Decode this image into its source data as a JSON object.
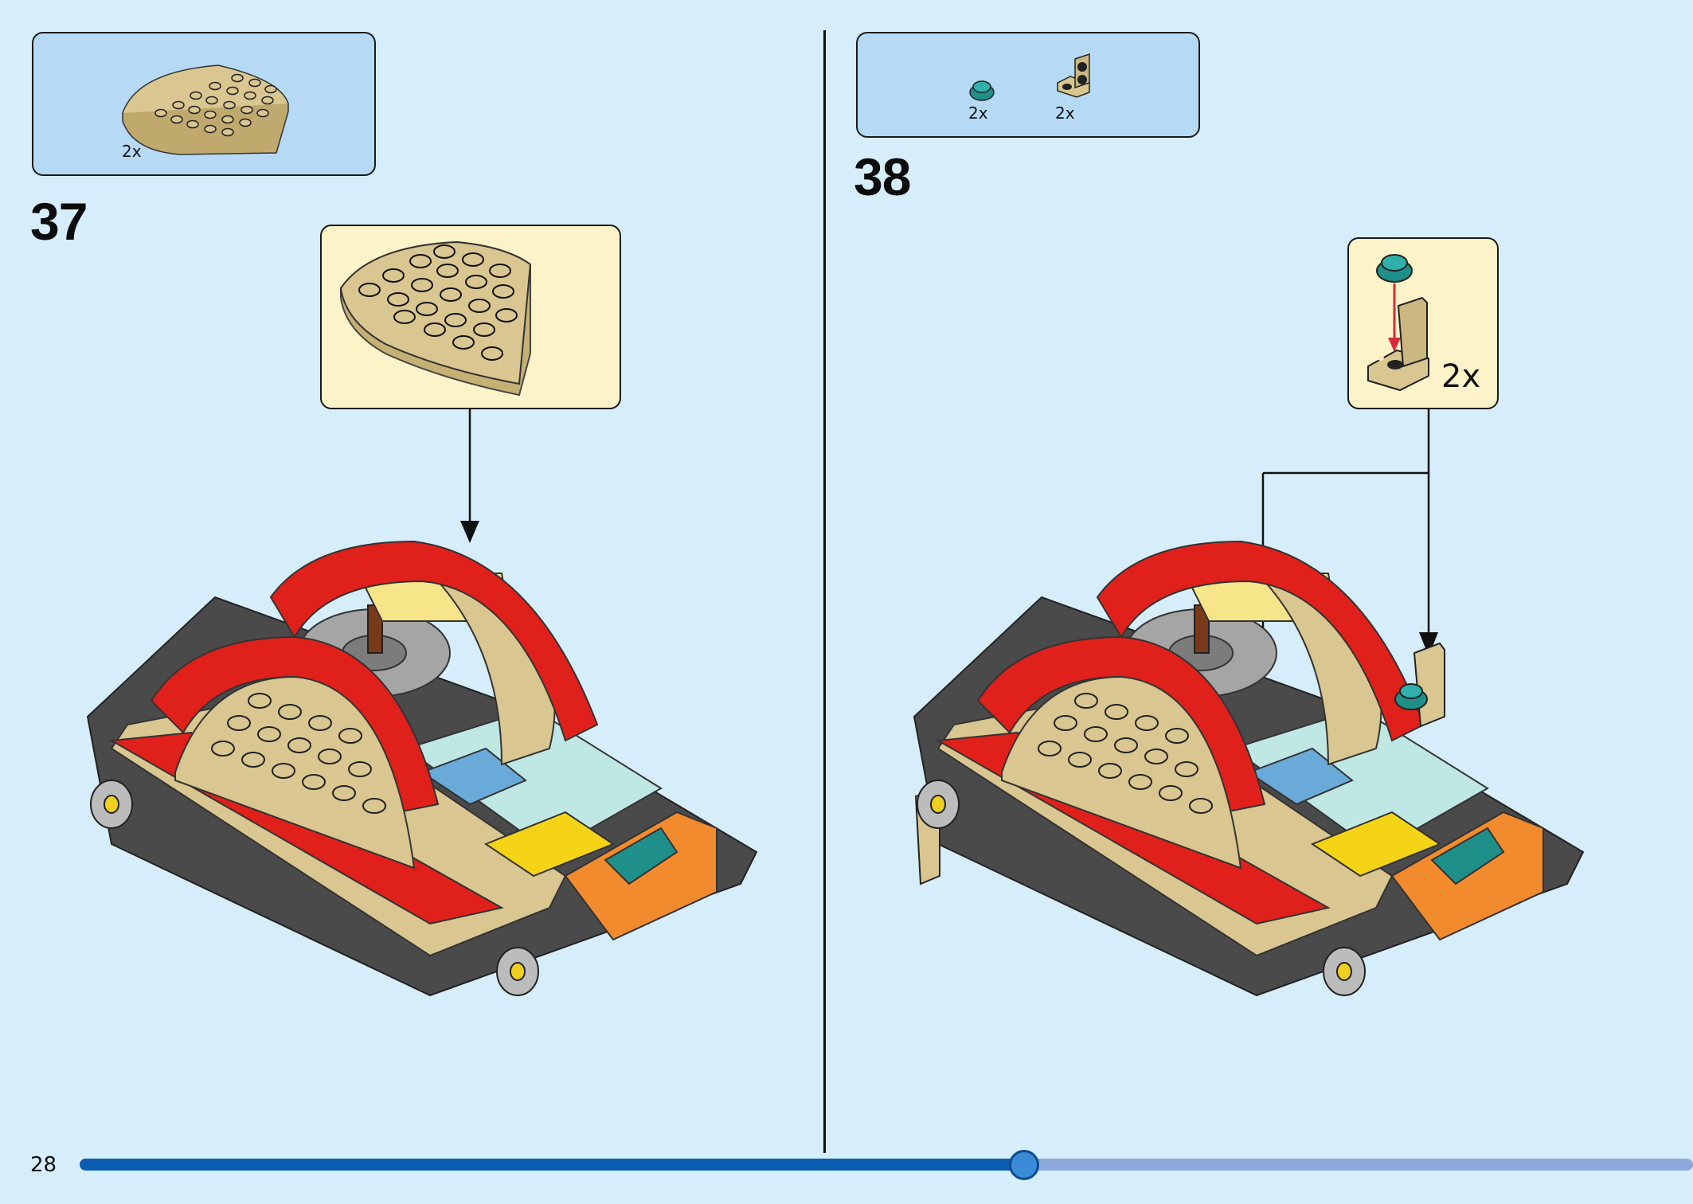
{
  "page": {
    "number": "28",
    "progress": 0.585
  },
  "steps": [
    {
      "number": "37",
      "parts": [
        {
          "name": "tan half-round plate",
          "qty": "2x"
        }
      ],
      "callout_qty": ""
    },
    {
      "number": "38",
      "parts": [
        {
          "name": "teal round plate",
          "qty": "2x"
        },
        {
          "name": "tan bracket",
          "qty": "2x"
        }
      ],
      "callout_qty": "2x"
    }
  ],
  "colors": {
    "background": "#d6edfb",
    "parts_box": "#b6daf5",
    "callout": "#fdf3c8",
    "progress_fill": "#0b5db0",
    "progress_track": "#8ba9dc",
    "tan": "#d9c690",
    "red": "#e0201a",
    "teal": "#2a9a96"
  }
}
